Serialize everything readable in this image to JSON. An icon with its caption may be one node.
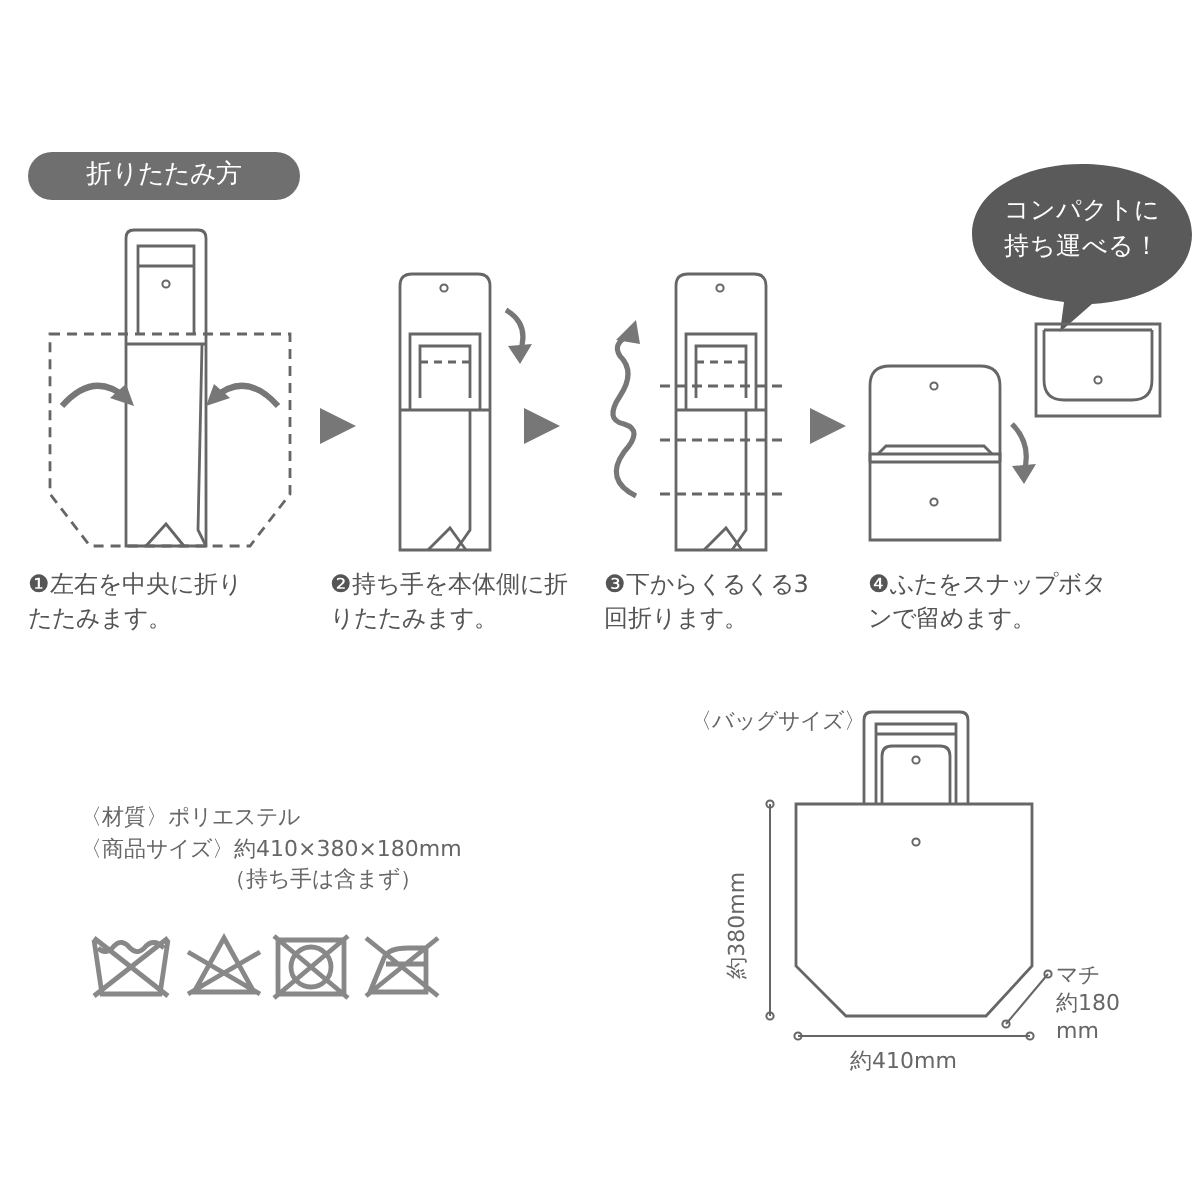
{
  "diagram": {
    "title": "折りたたみ方",
    "nodes": [
      {
        "text": [
          "コンパクトに持ち運べる！"
        ]
      },
      {
        "text": [],
        "shape": "picture",
        "beside": [
          "❶左右を中央に折りたたみます。"
        ]
      },
      {
        "text": [],
        "shape": "picture",
        "beside": [
          "❷持ち手を本体側に折りたたみます。"
        ]
      },
      {
        "text": [],
        "shape": "picture",
        "beside": [
          "❸下からくるくる3回折ります。"
        ]
      },
      {
        "text": [],
        "shape": "picture",
        "beside": [
          "❹ふたをスナップボタンで留めます。"
        ]
      },
      {
        "text": [],
        "shape": "picture"
      }
    ],
    "edges": [
      {
        "from": 1,
        "to": 2,
        "arrow": "to"
      },
      {
        "from": 2,
        "to": 3,
        "arrow": "to"
      },
      {
        "from": 3,
        "to": 4,
        "arrow": "to"
      }
    ],
    "labels": [
      "〈材質〉ポリエステル",
      "〈商品サイズ〉約410×380×180mm",
      "（持ち手は含まず）",
      "〈バッグサイズ〉",
      "約380mm",
      "マチ約180mm",
      "約410mm"
    ]
  }
}
